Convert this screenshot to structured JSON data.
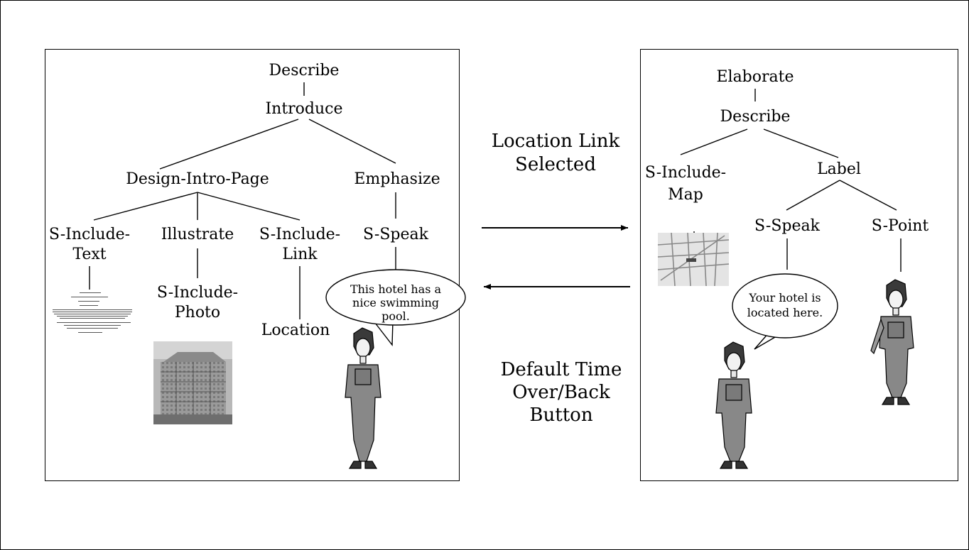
{
  "left_tree": {
    "describe": "Describe",
    "introduce": "Introduce",
    "design_intro_page": "Design-Intro-Page",
    "emphasize": "Emphasize",
    "s_include_text": [
      "S-Include-",
      "Text"
    ],
    "illustrate": "Illustrate",
    "s_include_link": [
      "S-Include-",
      "Link"
    ],
    "s_speak": "S-Speak",
    "s_include_photo": [
      "S-Include-",
      "Photo"
    ],
    "location": "Location",
    "bubble": [
      "This hotel has a",
      "nice swimming",
      "pool."
    ]
  },
  "right_tree": {
    "elaborate": "Elaborate",
    "describe": "Describe",
    "s_include_map": [
      "S-Include-",
      "Map"
    ],
    "label": "Label",
    "s_speak": "S-Speak",
    "s_point": "S-Point",
    "bubble": [
      "Your hotel is",
      "located here."
    ]
  },
  "transitions": {
    "forward": [
      "Location Link",
      "Selected"
    ],
    "back": [
      "Default Time",
      "Over/Back",
      "Button"
    ]
  }
}
